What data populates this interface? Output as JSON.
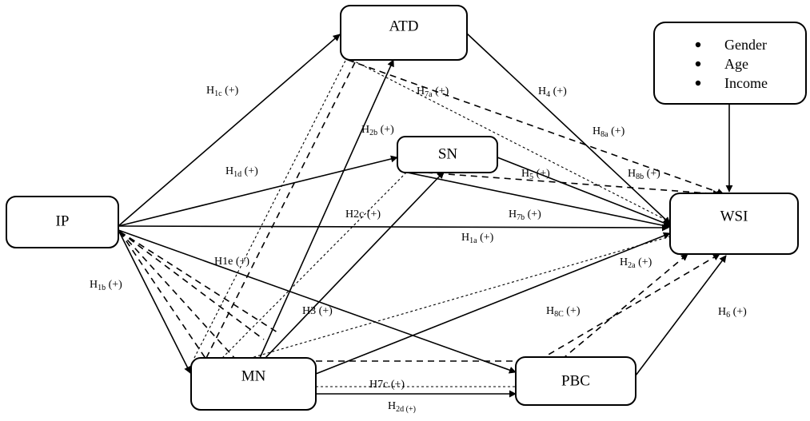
{
  "nodes": {
    "ip": {
      "label": "IP"
    },
    "atd": {
      "label": "ATD"
    },
    "sn": {
      "label": "SN"
    },
    "mn": {
      "label": "MN"
    },
    "pbc": {
      "label": "PBC"
    },
    "wsi": {
      "label": "WSI"
    }
  },
  "controls": {
    "items": [
      "Gender",
      "Age",
      "Income"
    ]
  },
  "labels": {
    "h1c": {
      "main": "H",
      "sub": "1c",
      "sign": " (+)"
    },
    "h1d": {
      "main": "H",
      "sub": "1d",
      "sign": " (+)"
    },
    "h1a": {
      "main": "H",
      "sub": "1a",
      "sign": " (+)"
    },
    "h1e": {
      "main": "H1e",
      "sub": "",
      "sign": " (+)"
    },
    "h1b": {
      "main": "H",
      "sub": "1b",
      "sign": " (+)"
    },
    "h2b": {
      "main": "H",
      "sub": "2b",
      "sign": " (+)"
    },
    "h2c": {
      "main": "H2c",
      "sub": "",
      "sign": " (+)"
    },
    "h2a": {
      "main": "H",
      "sub": "2a",
      "sign": " (+)"
    },
    "h2d": {
      "main": "H",
      "sub": "2d",
      "sign": " (+)"
    },
    "h3": {
      "main": "H3",
      "sub": "",
      "sign": " (+)"
    },
    "h4": {
      "main": "H",
      "sub": "4",
      "sign": " (+)"
    },
    "h5": {
      "main": "H",
      "sub": "5",
      "sign": " (+)"
    },
    "h6": {
      "main": "H",
      "sub": "6",
      "sign": " (+)"
    },
    "h7a": {
      "main": "H",
      "sub": "7a",
      "sign": " (+)"
    },
    "h7b": {
      "main": "H",
      "sub": "7b",
      "sign": " (+)"
    },
    "h7c": {
      "main": "H7c",
      "sub": "",
      "sign": " (+)"
    },
    "h8a": {
      "main": "H",
      "sub": "8a",
      "sign": " (+)"
    },
    "h8b": {
      "main": "H",
      "sub": "8b",
      "sign": " (+)"
    },
    "h8c": {
      "main": "H",
      "sub": "8C",
      "sign": " (+)"
    }
  }
}
